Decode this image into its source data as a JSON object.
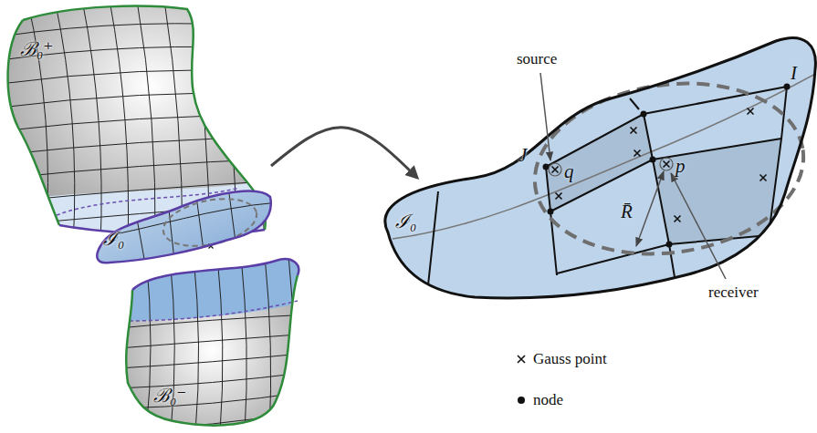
{
  "diagram": {
    "nodes": [
      {
        "text": [
          "ℬ₀⁺"
        ]
      },
      {
        "text": [
          "ℐ₀"
        ]
      },
      {
        "text": [
          "ℬ₀⁻"
        ]
      },
      {
        "text": [
          "ℐ₀"
        ]
      }
    ],
    "edges": [
      {
        "from": 1,
        "to": 3,
        "arrow": "to"
      }
    ],
    "labels": [
      "source",
      "J",
      "q",
      "p",
      "I",
      "R̄",
      "receiver"
    ],
    "legend": [
      {
        "text": "Gauss point"
      },
      {
        "text": "node"
      }
    ]
  }
}
